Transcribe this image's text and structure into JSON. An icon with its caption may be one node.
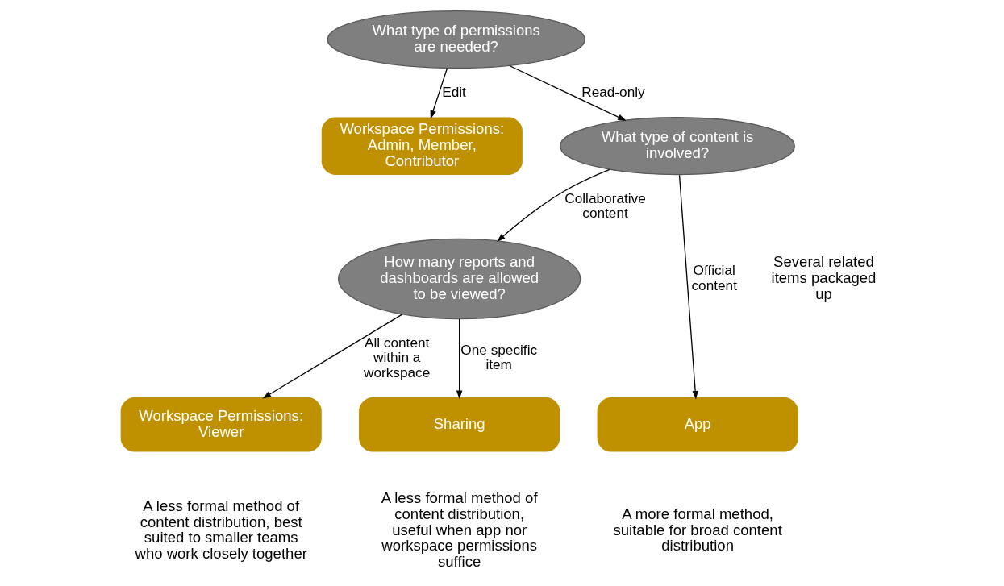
{
  "diagram": {
    "nodes": [
      {
        "text": [
          "What type of permissions are needed?"
        ]
      },
      {
        "text": [
          "Workspace Permissions: Admin, Member, Contributor"
        ]
      },
      {
        "text": [
          "What type of content is involved?"
        ]
      },
      {
        "text": [
          "How many reports and dashboards are allowed to be viewed?"
        ]
      },
      {
        "text": [
          "App"
        ],
        "beside": [
          "A more formal method, suitable for broad content distribution"
        ]
      },
      {
        "text": [
          "Workspace Permissions: Viewer"
        ],
        "beside": [
          "A less formal method of content distribution, best suited to smaller teams who work closely together"
        ]
      },
      {
        "text": [
          "Sharing"
        ],
        "beside": [
          "A less formal method of content distribution, useful when app nor workspace permissions suffice"
        ]
      }
    ],
    "edges": [
      {
        "from": 0,
        "to": 1,
        "arrow": "to",
        "label": "Edit"
      },
      {
        "from": 0,
        "to": 2,
        "arrow": "to",
        "label": "Read-only"
      },
      {
        "from": 2,
        "to": 4,
        "arrow": "to",
        "label": "Official content"
      },
      {
        "from": 2,
        "to": 3,
        "arrow": "to",
        "label": "Collaborative content"
      },
      {
        "from": 3,
        "to": 5,
        "arrow": "to",
        "label": "All content within a workspace"
      },
      {
        "from": 3,
        "to": 6,
        "arrow": "to",
        "label": "One specific item"
      }
    ],
    "labels": [
      "Several related items packaged up"
    ]
  }
}
